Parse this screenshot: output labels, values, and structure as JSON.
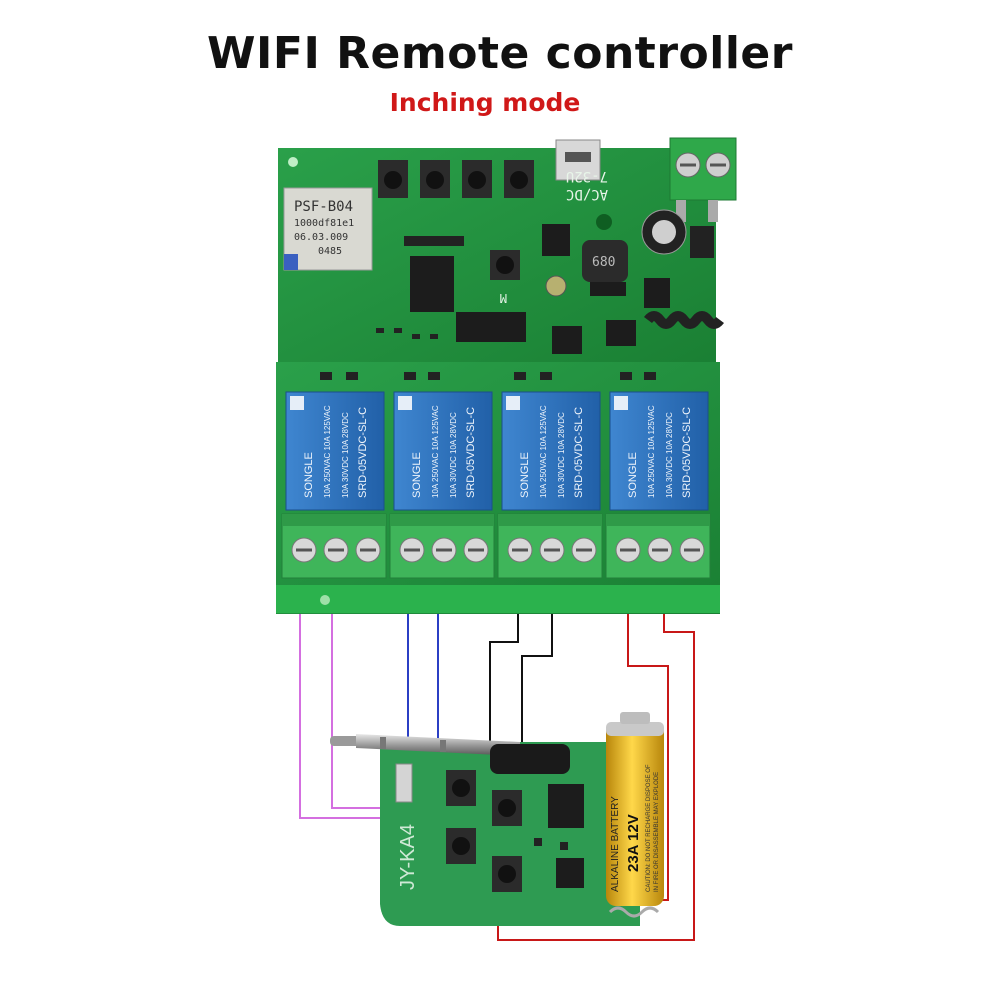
{
  "header": {
    "title": "WIFI Remote controller",
    "subtitle": "Inching mode"
  },
  "wifi_board": {
    "module_label": "PSF-B04",
    "module_id": "1000df81e1",
    "module_date": "06.03.009",
    "module_num": "0485",
    "power_label_1": "7-32U",
    "power_label_2": "AC/DC",
    "inductor_label": "680",
    "m_label": "M",
    "relay_brand": "SONGLE",
    "relay_rating_1": "10A 250VAC  10A 125VAC",
    "relay_rating_2": "10A 30VDC  10A 28VDC",
    "relay_model": "SRD-05VDC-SL-C",
    "relay_count": 4
  },
  "remote": {
    "board_label": "JY-KA4",
    "battery_brand": "ALKALINE BATTERY",
    "battery_rating": "23A 12V",
    "battery_caution": "CAUTION: DO NOT RECHARGE DISPOSE OF",
    "battery_caution_2": "IN FIRE OR DISASSEMBLE MAY EXPLODE"
  },
  "colors": {
    "pcb_green": "#1f8f3a",
    "terminal_green": "#3fb55a",
    "relay_blue": "#2a6fb8",
    "wire_pink": "#d46fe0",
    "wire_blue": "#2b3fc4",
    "wire_black": "#111111",
    "wire_red": "#c81818",
    "subtitle_red": "#d01818"
  }
}
